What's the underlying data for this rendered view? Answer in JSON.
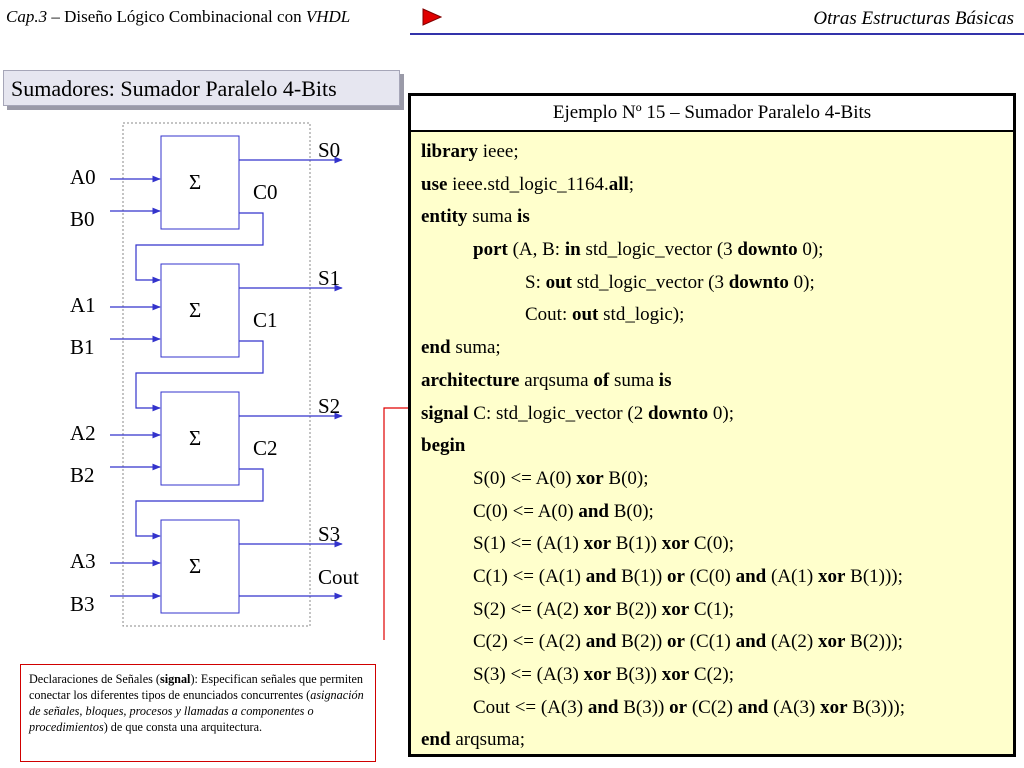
{
  "header": {
    "chapter": "Cap.3",
    "dash": " – Diseño Lógico Combinacional con ",
    "vhdl": "VHDL",
    "right_title": "Otras Estructuras Básicas"
  },
  "section_title": "Sumadores: Sumador Paralelo 4-Bits",
  "diagram": {
    "block_symbol": "Σ",
    "inputs": [
      "A0",
      "B0",
      "A1",
      "B1",
      "A2",
      "B2",
      "A3",
      "B3"
    ],
    "outputs": [
      "S0",
      "S1",
      "S2",
      "S3",
      "Cout"
    ],
    "carries": [
      "C0",
      "C1",
      "C2"
    ]
  },
  "code": {
    "title": "Ejemplo Nº 15 – Sumador Paralelo 4-Bits",
    "lines": [
      [
        {
          "t": "library",
          "b": true
        },
        {
          "t": " ieee;"
        }
      ],
      [
        {
          "t": "use",
          "b": true
        },
        {
          "t": " ieee.std_logic_1164."
        },
        {
          "t": "all",
          "b": true
        },
        {
          "t": ";"
        }
      ],
      [
        {
          "t": "entity",
          "b": true
        },
        {
          "t": " suma "
        },
        {
          "t": "is",
          "b": true
        }
      ],
      [
        {
          "t": "port",
          "b": true
        },
        {
          "t": " (A, B: "
        },
        {
          "t": "in",
          "b": true
        },
        {
          "t": " std_logic_vector (3 "
        },
        {
          "t": "downto",
          "b": true
        },
        {
          "t": " 0);"
        }
      ],
      [
        {
          "t": "S: "
        },
        {
          "t": "out",
          "b": true
        },
        {
          "t": " std_logic_vector (3 "
        },
        {
          "t": "downto",
          "b": true
        },
        {
          "t": " 0);"
        }
      ],
      [
        {
          "t": "Cout: "
        },
        {
          "t": "out",
          "b": true
        },
        {
          "t": " std_logic);"
        }
      ],
      [
        {
          "t": "end",
          "b": true
        },
        {
          "t": " suma;"
        }
      ],
      [
        {
          "t": "architecture",
          "b": true
        },
        {
          "t": " arqsuma "
        },
        {
          "t": "of",
          "b": true
        },
        {
          "t": " suma "
        },
        {
          "t": "is",
          "b": true
        }
      ],
      [
        {
          "t": "signal",
          "b": true
        },
        {
          "t": " C: std_logic_vector (2 "
        },
        {
          "t": "downto",
          "b": true
        },
        {
          "t": " 0);"
        }
      ],
      [
        {
          "t": "begin",
          "b": true
        }
      ],
      [
        {
          "t": "S(0) <= A(0) "
        },
        {
          "t": "xor",
          "b": true
        },
        {
          "t": " B(0);"
        }
      ],
      [
        {
          "t": "C(0) <= A(0) "
        },
        {
          "t": "and",
          "b": true
        },
        {
          "t": " B(0);"
        }
      ],
      [
        {
          "t": "S(1) <= (A(1) "
        },
        {
          "t": "xor",
          "b": true
        },
        {
          "t": " B(1)) "
        },
        {
          "t": "xor",
          "b": true
        },
        {
          "t": " C(0);"
        }
      ],
      [
        {
          "t": "C(1) <= (A(1) "
        },
        {
          "t": "and",
          "b": true
        },
        {
          "t": " B(1)) "
        },
        {
          "t": "or",
          "b": true
        },
        {
          "t": " (C(0) "
        },
        {
          "t": "and",
          "b": true
        },
        {
          "t": " (A(1) "
        },
        {
          "t": "xor",
          "b": true
        },
        {
          "t": " B(1)));"
        }
      ],
      [
        {
          "t": "S(2) <= (A(2) "
        },
        {
          "t": "xor",
          "b": true
        },
        {
          "t": " B(2)) "
        },
        {
          "t": "xor",
          "b": true
        },
        {
          "t": " C(1);"
        }
      ],
      [
        {
          "t": "C(2) <= (A(2) "
        },
        {
          "t": "and",
          "b": true
        },
        {
          "t": " B(2)) "
        },
        {
          "t": "or",
          "b": true
        },
        {
          "t": " (C(1) "
        },
        {
          "t": "and",
          "b": true
        },
        {
          "t": " (A(2) "
        },
        {
          "t": "xor",
          "b": true
        },
        {
          "t": " B(2)));"
        }
      ],
      [
        {
          "t": "S(3) <= (A(3) "
        },
        {
          "t": "xor",
          "b": true
        },
        {
          "t": " B(3)) "
        },
        {
          "t": "xor",
          "b": true
        },
        {
          "t": " C(2);"
        }
      ],
      [
        {
          "t": "Cout <= (A(3) "
        },
        {
          "t": "and",
          "b": true
        },
        {
          "t": " B(3)) "
        },
        {
          "t": "or",
          "b": true
        },
        {
          "t": " (C(2) "
        },
        {
          "t": "and",
          "b": true
        },
        {
          "t": " (A(3) "
        },
        {
          "t": "xor",
          "b": true
        },
        {
          "t": " B(3)));"
        }
      ],
      [
        {
          "t": "end",
          "b": true
        },
        {
          "t": " arqsuma;"
        }
      ]
    ]
  },
  "note": {
    "p1": "Declaraciones de Señales (",
    "signal": "signal",
    "p2": "): Especifican señales que permiten conectar los diferentes tipos de enunciados concurrentes (",
    "italic": "asignación de señales, bloques, procesos y llamadas a componentes o procedimientos",
    "p3": ") de que consta una arquitectura."
  },
  "colors": {
    "code_bg": "#ffffcc",
    "title_bg": "#e6e6f0",
    "wire": "#3333cc",
    "note_border": "#d00000",
    "arrow_red": "#e00000"
  }
}
